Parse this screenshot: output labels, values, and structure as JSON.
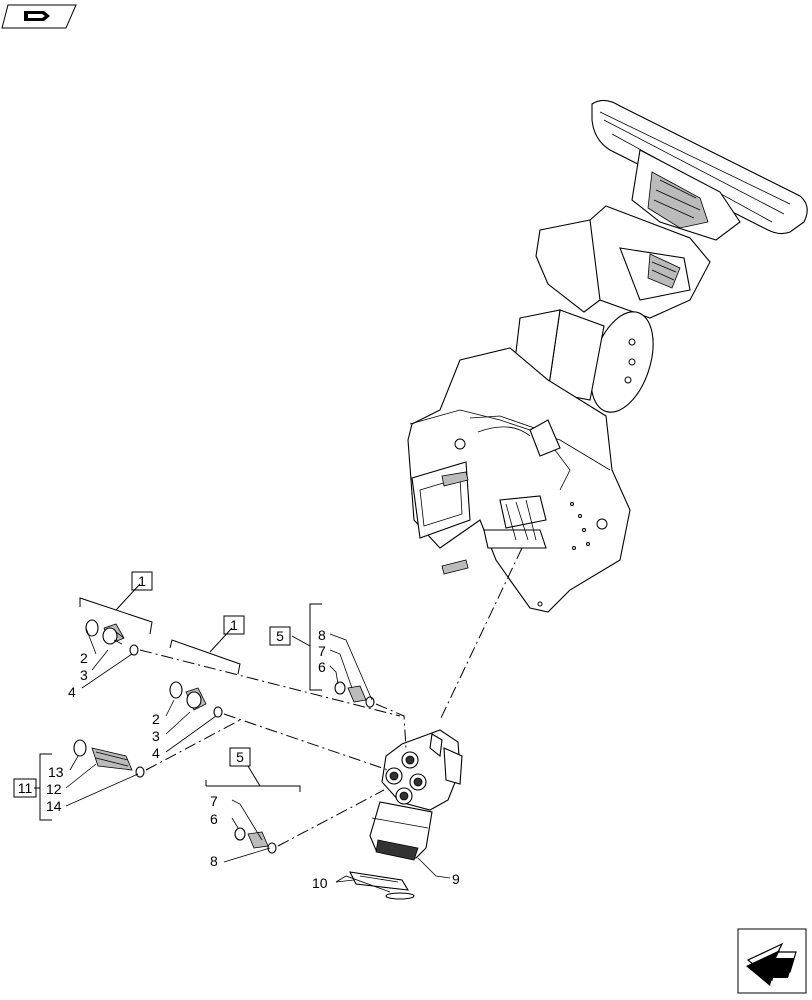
{
  "labels": {
    "box_1a": "1",
    "box_1b": "1",
    "box_5a": "5",
    "box_5b": "5",
    "box_11": "11",
    "n2a": "2",
    "n3a": "3",
    "n4a": "4",
    "n2b": "2",
    "n3b": "3",
    "n4b": "4",
    "n8a": "8",
    "n7a": "7",
    "n6a": "6",
    "n7b": "7",
    "n6b": "6",
    "n8b": "8",
    "n13": "13",
    "n12": "12",
    "n14": "14",
    "n9": "9",
    "n10": "10"
  },
  "icons": {
    "top_left": "catalog-book-icon",
    "bottom_right": "next-page-arrow-icon"
  }
}
